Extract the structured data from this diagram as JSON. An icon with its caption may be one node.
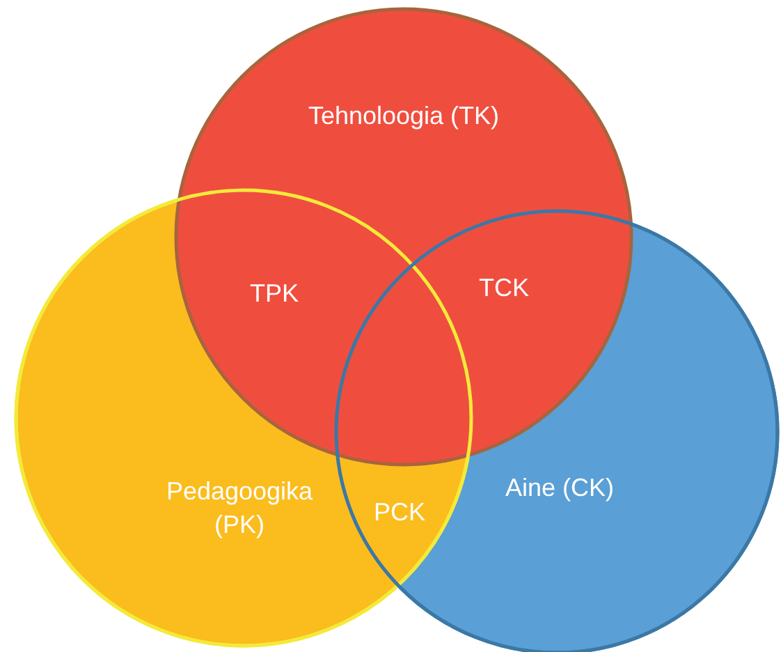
{
  "diagram": {
    "nodes": [
      {
        "text": [
          "Tehnoloogia (TK)"
        ]
      },
      {
        "text": [
          "Pedagoogika (PK)"
        ]
      },
      {
        "text": [
          "Aine (CK)"
        ]
      }
    ],
    "labels": [
      "TPK",
      "TCK",
      "PCK"
    ]
  }
}
